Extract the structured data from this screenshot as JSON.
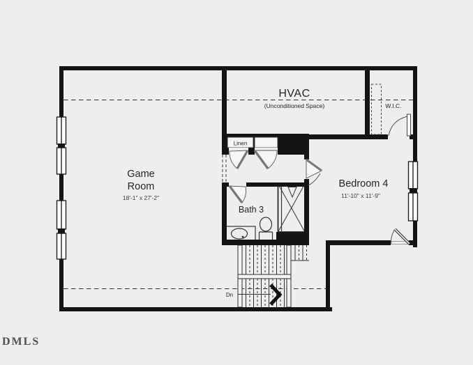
{
  "plan": {
    "labels": {
      "hvac": "HVAC",
      "hvac_note": "(Unconditioned Space)",
      "wic": "W.I.C.",
      "linen": "Linen",
      "game_room_line1": "Game",
      "game_room_line2": "Room",
      "game_room_dims": "18'-1\" x 27'-2\"",
      "bedroom4": "Bedroom 4",
      "bedroom4_dims": "11'-10\" x 11'-9\"",
      "bath3": "Bath 3",
      "stairs_down": "Dn",
      "watermark": "DMLS"
    },
    "rooms": [
      {
        "name": "Game Room",
        "dimensions": "18'-1\" x 27'-2\""
      },
      {
        "name": "Bedroom 4",
        "dimensions": "11'-10\" x 11'-9\""
      },
      {
        "name": "Bath 3"
      },
      {
        "name": "HVAC",
        "note": "(Unconditioned Space)"
      },
      {
        "name": "W.I.C."
      },
      {
        "name": "Linen"
      }
    ],
    "colors": {
      "background": "#efeeec",
      "walls": "#141414",
      "fixture_lines": "#333333",
      "text": "#242424"
    }
  }
}
